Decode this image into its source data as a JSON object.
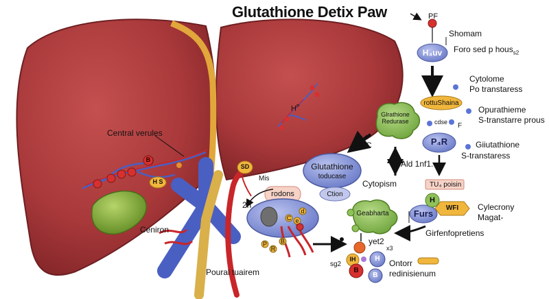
{
  "title": "Glutathione Detix Paw",
  "colors": {
    "liver": "#a8383a",
    "liver_dark": "#7d2326",
    "gallbladder": "#7fa83a",
    "vein_blue": "#4a5fc2",
    "artery_red": "#c8262a",
    "bile_yellow": "#d9b04a",
    "enzyme_blue": "#7f8fd4",
    "enzyme_green": "#8fc25a",
    "badge_orange": "#f1b63c"
  },
  "labels": {
    "pf": "PF",
    "shomam": "Shomam",
    "hav_node": "H₄uv",
    "foro": "Foro sed p hous",
    "foro_sub": "s2",
    "cytolome": "Cytolome",
    "po_transtaress": "Po transtaress",
    "rottushina": "rottuShaina",
    "opurathieme": "Opurathieme",
    "s_transtarre": "S-transtarre prous",
    "glutathione_redurase": "Glrathione Redurase",
    "cdse": "cdse",
    "f": "F",
    "pc": "PC",
    "par_node": "P₄R",
    "gllutathione": "Giiutathione",
    "s_transtaress": "S-transtaress",
    "ald": "Ald 1nf1.",
    "glutathione_toducase": "Glutathione",
    "toducase": "toducase",
    "ction": "Ction",
    "cytopism": "Cytopism",
    "tu_poisin": "TU₄ poisin",
    "rodons": "rodons",
    "sd": "SD",
    "mis": "Mis",
    "two_h": "2h",
    "central_verules": "Central verules",
    "hp": "H",
    "hp_sup": "P",
    "hs": "H S",
    "b": "B",
    "ceniron": "Ceniron",
    "pourai_tuairem": "Poural tuairem",
    "geabharta": "Geabharta",
    "furs": "Furs",
    "h": "H",
    "wfi": "WFI",
    "cylecrony": "Cylecrony",
    "magat": "Magat-",
    "girfenfopretiens": "Girfenfopretiens",
    "yet2": "yet2",
    "x3": "x3",
    "ih": "IH",
    "sg2": "s",
    "sg2_sub": "g2",
    "ontorr": "Ontorr",
    "redinisienum": "redinisienum",
    "lbl_b_small": "B",
    "lbl_h_small": "H",
    "c_letter": "C",
    "e_letter": "e",
    "p_letter": "P",
    "r_letter": "R",
    "b_letter": "B",
    "d_letter": "d"
  }
}
